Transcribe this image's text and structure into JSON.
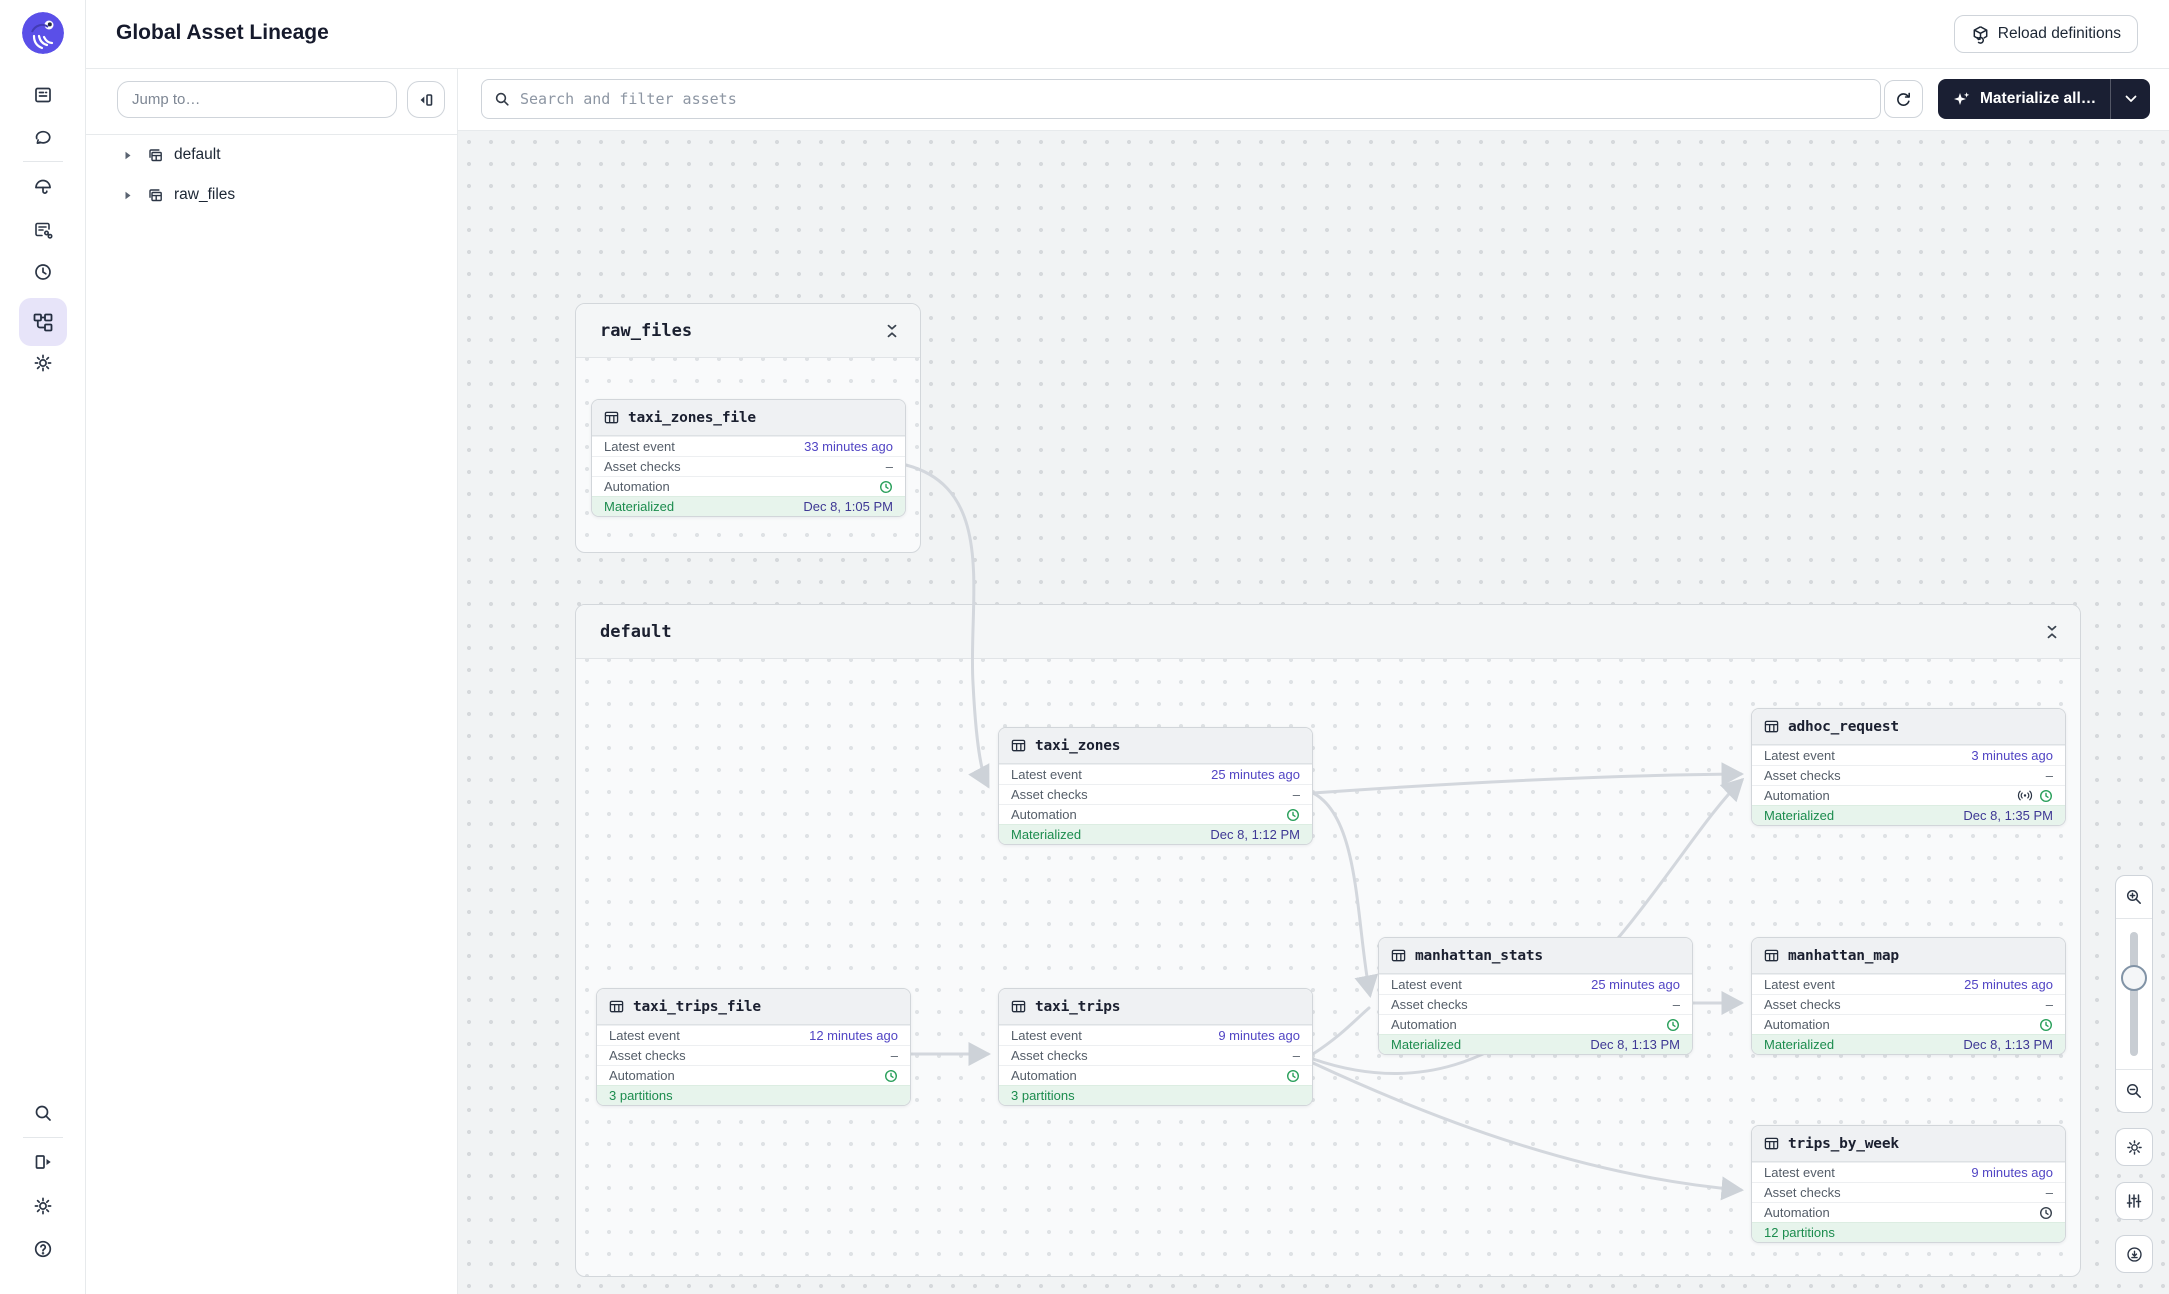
{
  "header": {
    "title": "Global Asset Lineage",
    "reload_button": "Reload definitions"
  },
  "left_panel": {
    "jump_placeholder": "Jump to…",
    "tree": [
      {
        "label": "default"
      },
      {
        "label": "raw_files"
      }
    ]
  },
  "toolbar": {
    "search_placeholder": "Search and filter assets",
    "materialize_label": "Materialize all…"
  },
  "groups": [
    {
      "title": "raw_files"
    },
    {
      "title": "default"
    }
  ],
  "labels": {
    "latest_event": "Latest event",
    "asset_checks": "Asset checks",
    "automation": "Automation"
  },
  "nodes": [
    {
      "title": "taxi_zones_file",
      "latest": "33 minutes ago",
      "checks": "–",
      "status": "Materialized",
      "status_value": "Dec 8, 1:05 PM"
    },
    {
      "title": "taxi_zones",
      "latest": "25 minutes ago",
      "checks": "–",
      "status": "Materialized",
      "status_value": "Dec 8, 1:12 PM"
    },
    {
      "title": "adhoc_request",
      "latest": "3 minutes ago",
      "checks": "–",
      "status": "Materialized",
      "status_value": "Dec 8, 1:35 PM"
    },
    {
      "title": "manhattan_stats",
      "latest": "25 minutes ago",
      "checks": "–",
      "status": "Materialized",
      "status_value": "Dec 8, 1:13 PM"
    },
    {
      "title": "manhattan_map",
      "latest": "25 minutes ago",
      "checks": "–",
      "status": "Materialized",
      "status_value": "Dec 8, 1:13 PM"
    },
    {
      "title": "taxi_trips_file",
      "latest": "12 minutes ago",
      "checks": "–",
      "status": "3 partitions"
    },
    {
      "title": "taxi_trips",
      "latest": "9 minutes ago",
      "checks": "–",
      "status": "3 partitions"
    },
    {
      "title": "trips_by_week",
      "latest": "9 minutes ago",
      "checks": "–",
      "status": "12 partitions"
    }
  ],
  "colors": {
    "accent": "#4f43dd",
    "status_green": "#1c8c4e",
    "link_indigo": "#5145c4",
    "edge_gray": "#d3d7dd",
    "button_navy": "#1a1f33"
  }
}
